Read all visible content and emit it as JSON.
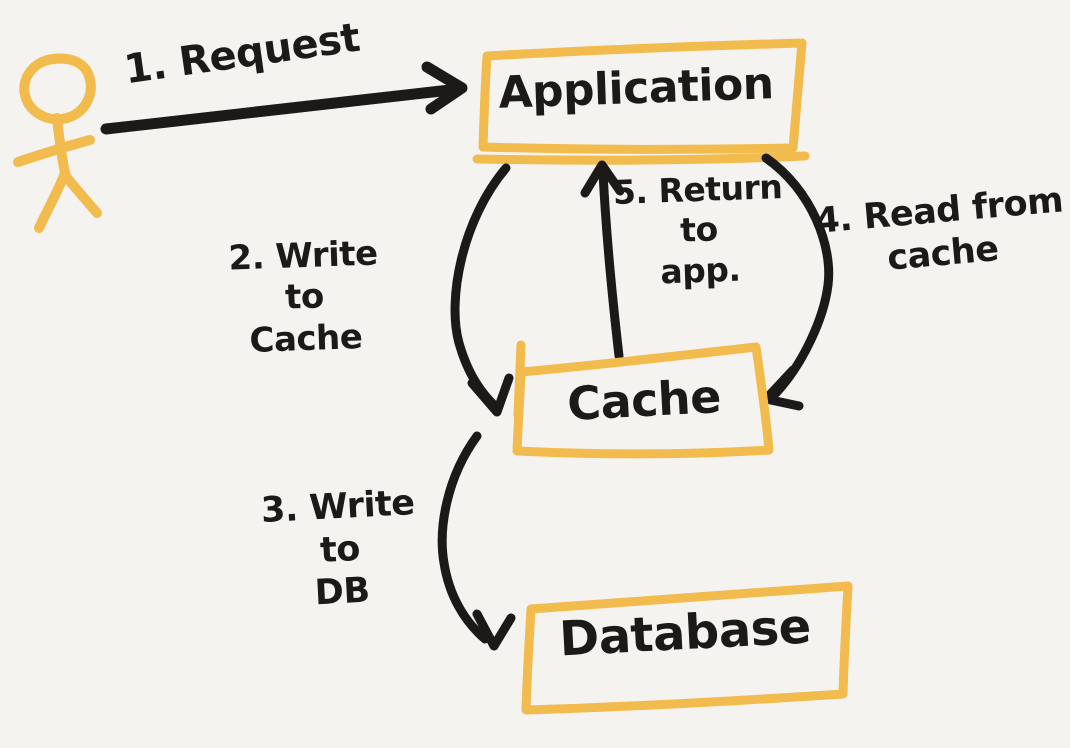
{
  "colors": {
    "background": "#f4f3f0",
    "ink": "#1c1a18",
    "accent": "#f2bb4d"
  },
  "actor": {
    "icon": "stick-figure-person"
  },
  "nodes": {
    "application": {
      "label": "Application"
    },
    "cache": {
      "label": "Cache"
    },
    "database": {
      "label": "Database"
    }
  },
  "edges": {
    "request": {
      "label": "1. Request",
      "from": "user",
      "to": "application"
    },
    "write_to_cache": {
      "label": "2. Write\nto\nCache",
      "from": "application",
      "to": "cache"
    },
    "write_to_db": {
      "label": "3. Write\nto\nDB",
      "from": "cache",
      "to": "database"
    },
    "read_from_cache": {
      "label": "4. Read from\ncache",
      "from": "application",
      "to": "cache"
    },
    "return_to_app": {
      "label": "5. Return\nto\napp.",
      "from": "cache",
      "to": "application"
    }
  }
}
